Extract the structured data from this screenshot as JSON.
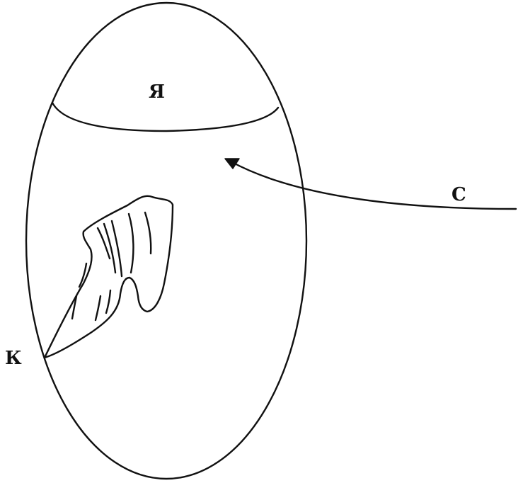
{
  "labels": {
    "top": "Я",
    "right": "С",
    "left": "К"
  }
}
